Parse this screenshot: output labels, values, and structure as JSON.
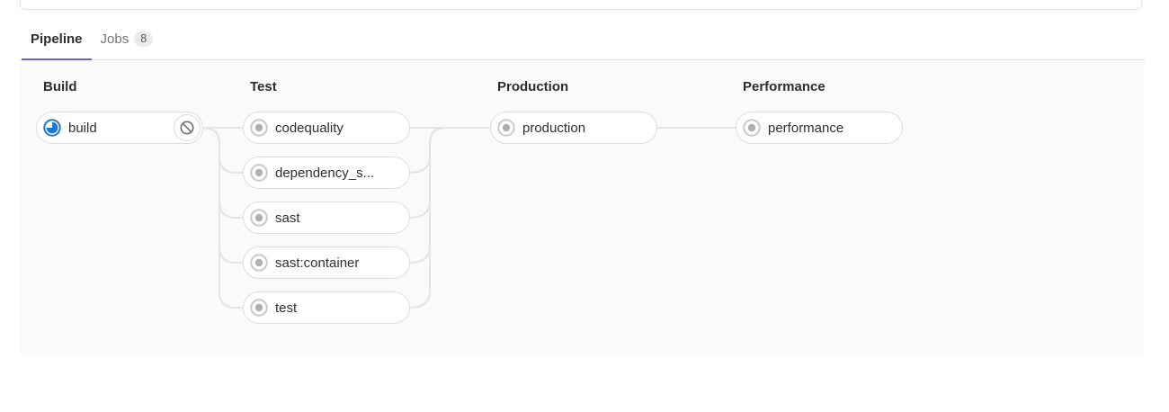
{
  "tabs": {
    "pipeline_label": "Pipeline",
    "jobs_label": "Jobs",
    "jobs_count": "8"
  },
  "colors": {
    "active_tab_underline": "#6666c4",
    "running_status_blue": "#1f78d1",
    "created_status_gray": "#b0b0b0",
    "connector_line": "#e4e4e4",
    "graph_background": "#fafafa"
  },
  "stages": [
    {
      "name": "Build",
      "jobs": [
        {
          "label": "build",
          "status": "running",
          "action": "cancel"
        }
      ]
    },
    {
      "name": "Test",
      "jobs": [
        {
          "label": "codequality",
          "status": "created"
        },
        {
          "label": "dependency_s...",
          "status": "created"
        },
        {
          "label": "sast",
          "status": "created"
        },
        {
          "label": "sast:container",
          "status": "created"
        },
        {
          "label": "test",
          "status": "created"
        }
      ]
    },
    {
      "name": "Production",
      "jobs": [
        {
          "label": "production",
          "status": "created"
        }
      ]
    },
    {
      "name": "Performance",
      "jobs": [
        {
          "label": "performance",
          "status": "created"
        }
      ]
    }
  ]
}
